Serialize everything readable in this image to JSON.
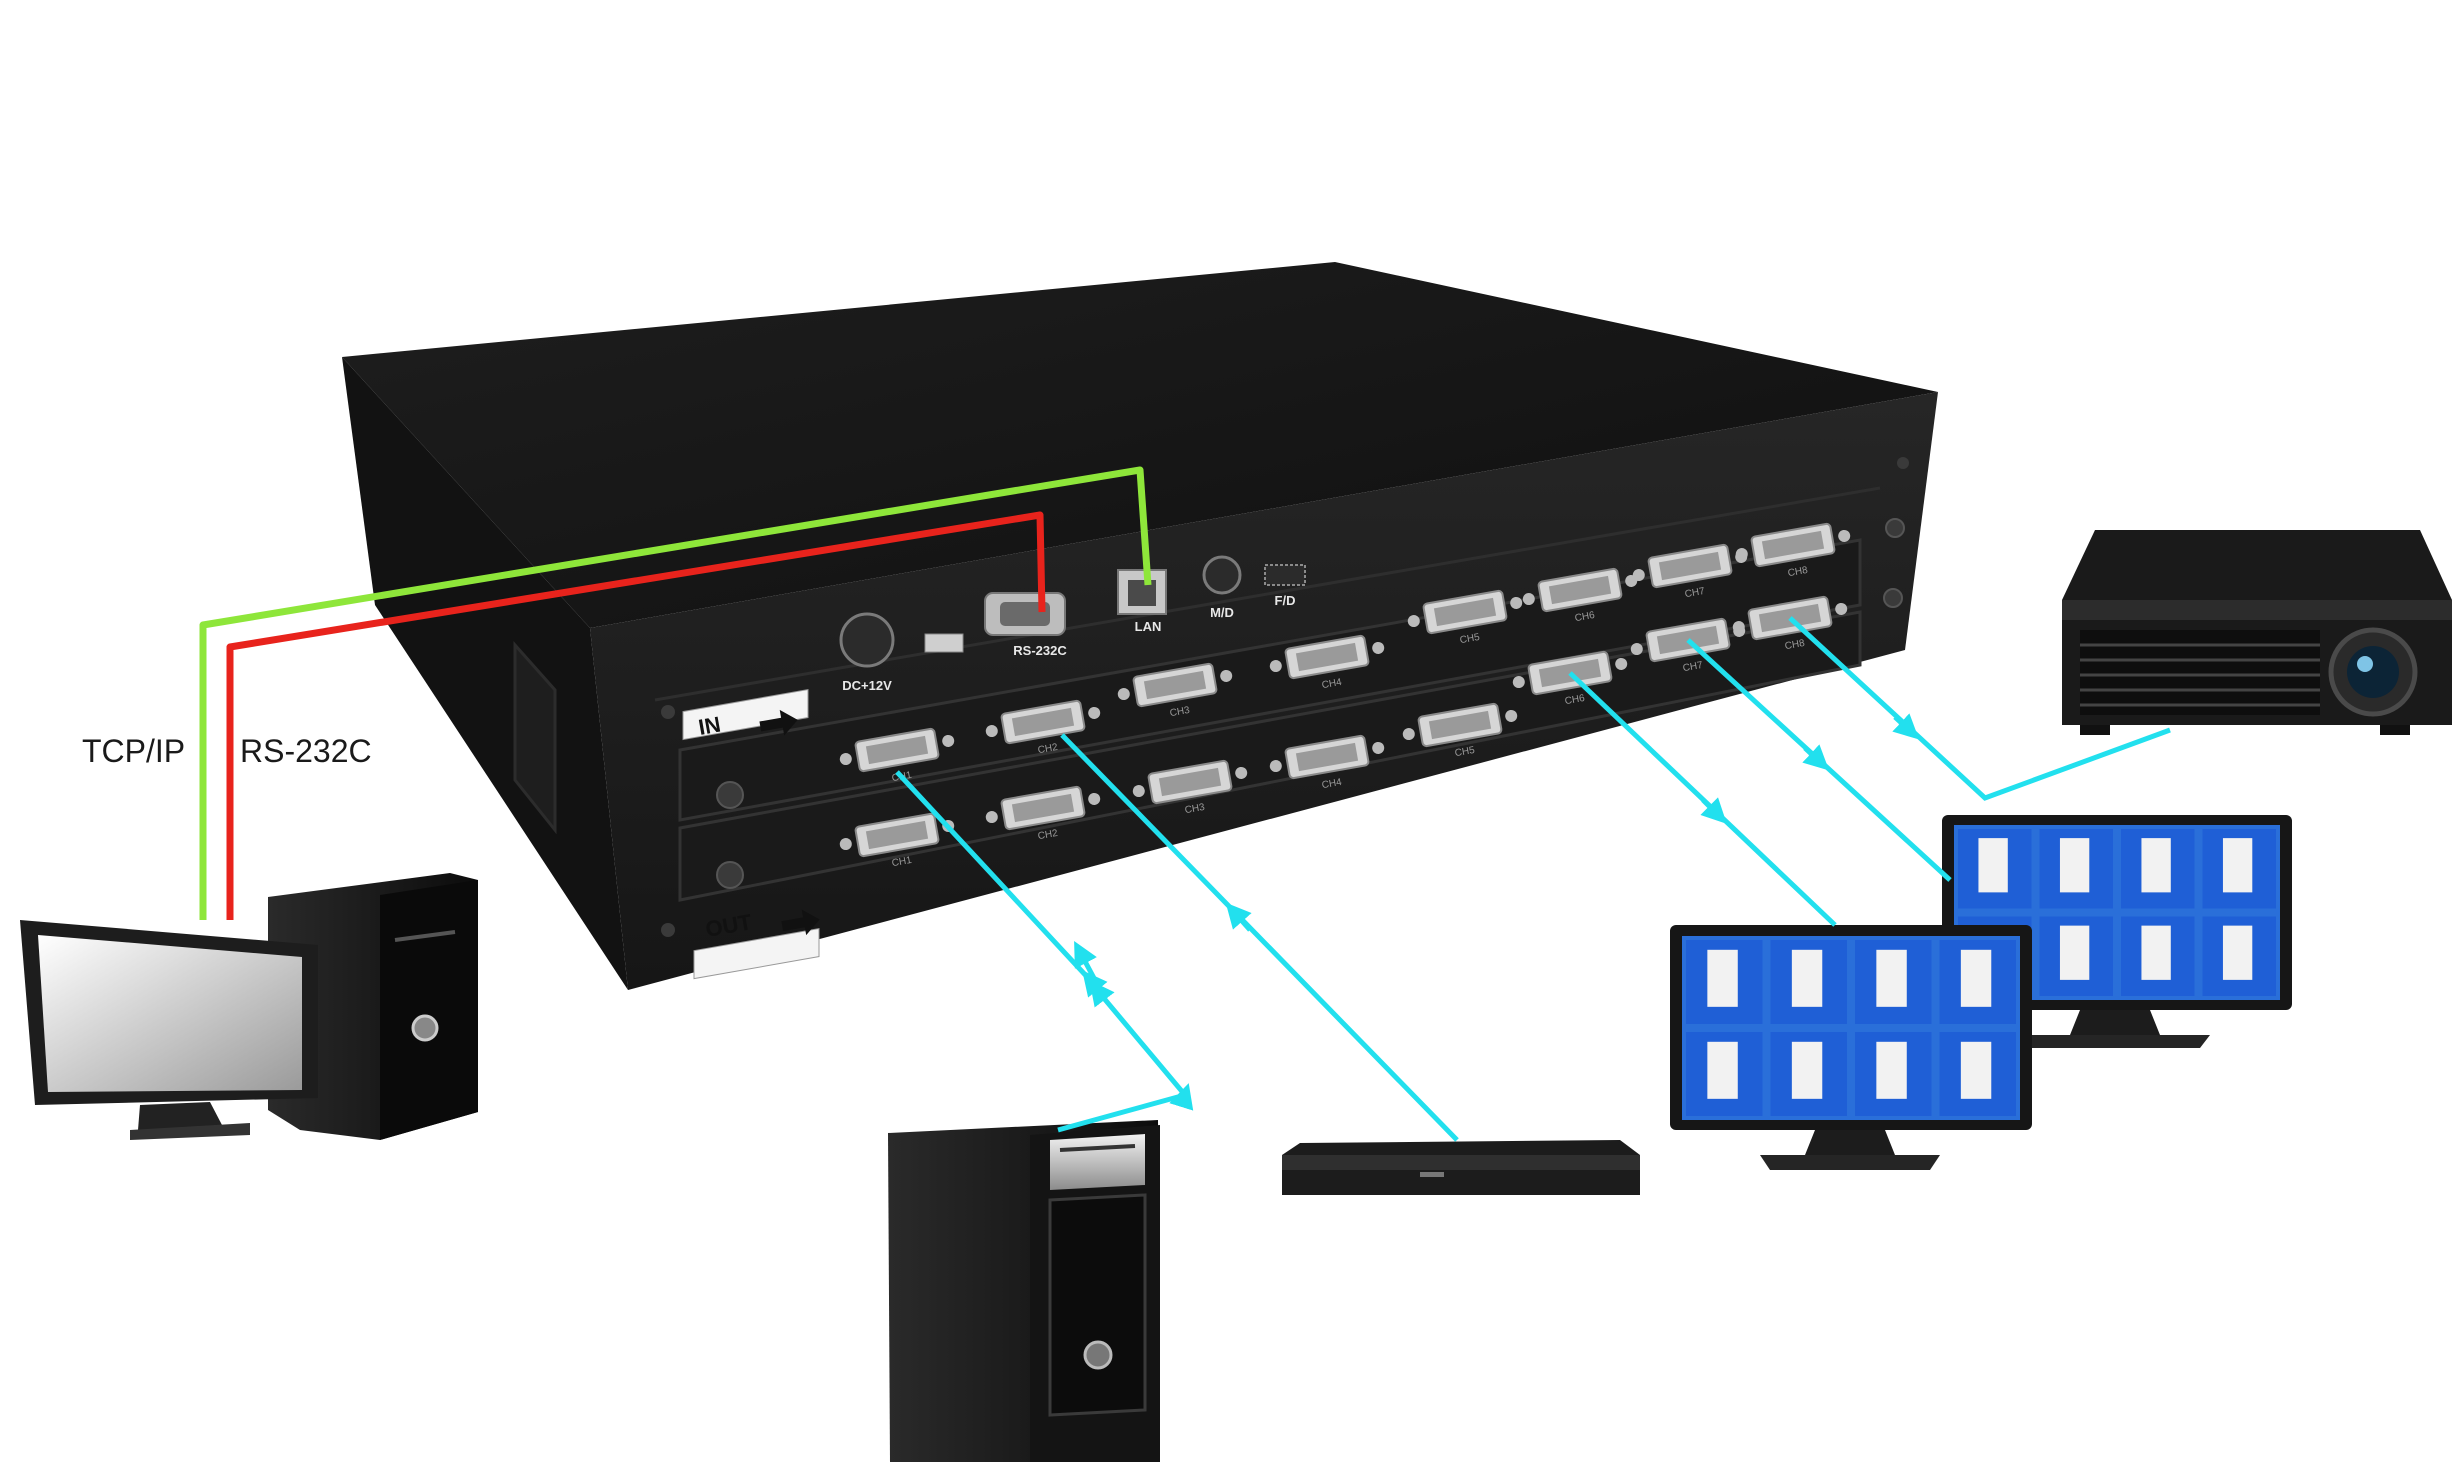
{
  "labels": {
    "tcpip": "TCP/IP",
    "rs232c": "RS-232C"
  },
  "rear_panel": {
    "ports": {
      "power": "DC+12V",
      "serial": "RS-232C",
      "lan": "LAN",
      "md": "M/D",
      "fd": "F/D"
    },
    "in_label": "IN",
    "out_label": "OUT",
    "input_channels": [
      "CH1",
      "CH2",
      "CH3",
      "CH4",
      "CH5",
      "CH6",
      "CH7",
      "CH8"
    ],
    "output_channels": [
      "CH1",
      "CH2",
      "CH3",
      "CH4",
      "CH5",
      "CH6",
      "CH7",
      "CH8"
    ]
  },
  "colors": {
    "tcpip_cable": "#8ee63a",
    "rs232c_cable": "#e8231c",
    "video_cable": "#22e0ee",
    "chassis": "#1c1c1c",
    "screen_tile": "#1f5fd6"
  },
  "icons": {
    "control_pc": "desktop-computer-icon",
    "source_pc": "pc-tower-icon",
    "source_player": "set-top-box-icon",
    "display_1": "monitor-icon",
    "display_2": "monitor-icon",
    "projector": "projector-icon",
    "arrow_right": "arrow-right-icon"
  }
}
